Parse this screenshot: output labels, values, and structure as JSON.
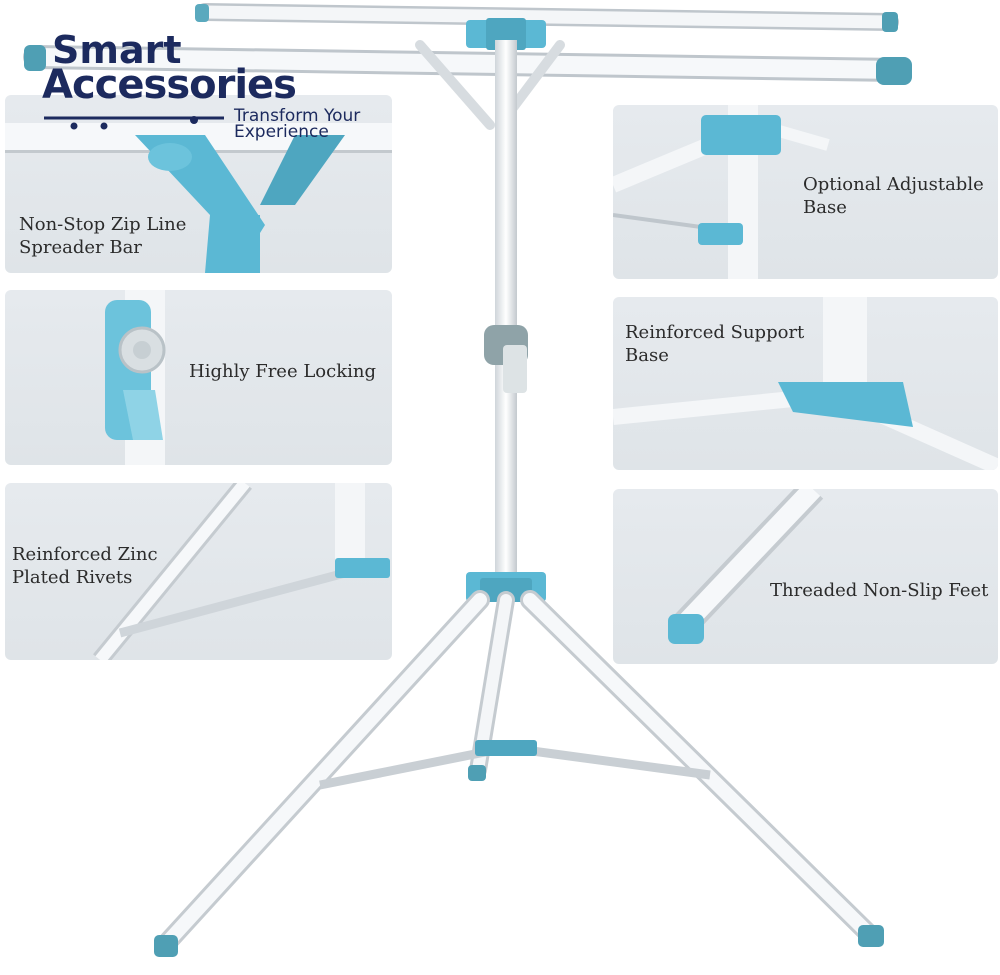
{
  "brand": {
    "line1": "Smart",
    "line2": "Accessories",
    "tagline": "Transform Your\nExperience",
    "color": "#1c2a5e"
  },
  "colors": {
    "accent": "#5bb8d4",
    "frame": "#f4f6f8",
    "panel": "#e2e6ea",
    "text": "#2b2b2b"
  },
  "features": [
    {
      "id": "spreader",
      "label": "Non-Stop Zip Line\nSpreader Bar"
    },
    {
      "id": "locking",
      "label": "Highly Free Locking"
    },
    {
      "id": "rivets",
      "label": "Reinforced Zinc\nPlated Rivets"
    },
    {
      "id": "adjustable",
      "label": "Optional Adjustable\nBase"
    },
    {
      "id": "support",
      "label": "Reinforced Support\nBase"
    },
    {
      "id": "feet",
      "label": "Threaded Non-Slip Feet"
    }
  ]
}
